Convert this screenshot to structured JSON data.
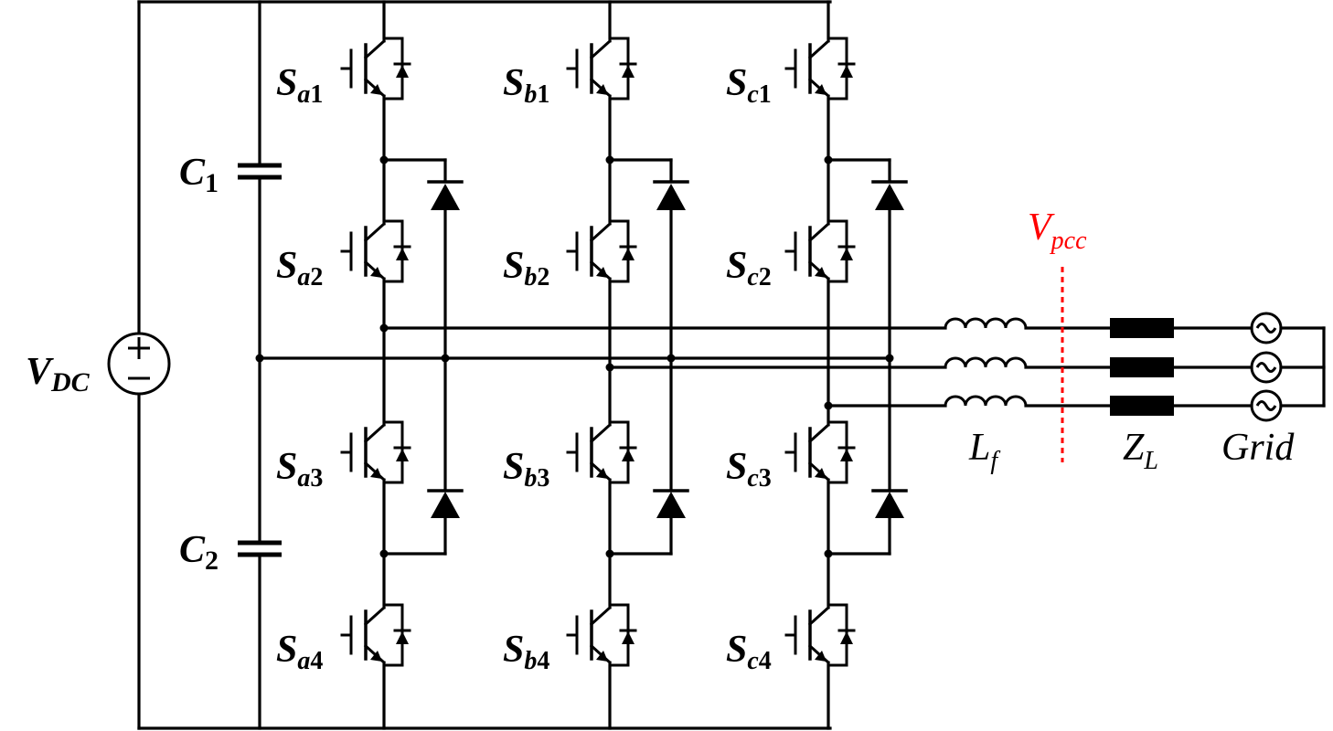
{
  "source_label": {
    "main": "V",
    "sub": "DC"
  },
  "capacitors": [
    {
      "main": "C",
      "sub": "1"
    },
    {
      "main": "C",
      "sub": "2"
    }
  ],
  "switches": [
    {
      "main": "S",
      "phase": "a",
      "index": "1"
    },
    {
      "main": "S",
      "phase": "a",
      "index": "2"
    },
    {
      "main": "S",
      "phase": "a",
      "index": "3"
    },
    {
      "main": "S",
      "phase": "a",
      "index": "4"
    },
    {
      "main": "S",
      "phase": "b",
      "index": "1"
    },
    {
      "main": "S",
      "phase": "b",
      "index": "2"
    },
    {
      "main": "S",
      "phase": "b",
      "index": "3"
    },
    {
      "main": "S",
      "phase": "b",
      "index": "4"
    },
    {
      "main": "S",
      "phase": "c",
      "index": "1"
    },
    {
      "main": "S",
      "phase": "c",
      "index": "2"
    },
    {
      "main": "S",
      "phase": "c",
      "index": "3"
    },
    {
      "main": "S",
      "phase": "c",
      "index": "4"
    }
  ],
  "filter_label": {
    "main": "L",
    "sub": "f"
  },
  "pcc_label": {
    "main": "V",
    "sub": "pcc"
  },
  "impedance_label": {
    "main": "Z",
    "sub": "L"
  },
  "grid_label": "Grid",
  "colors": {
    "pcc": "#ff0000",
    "line": "#000000"
  }
}
